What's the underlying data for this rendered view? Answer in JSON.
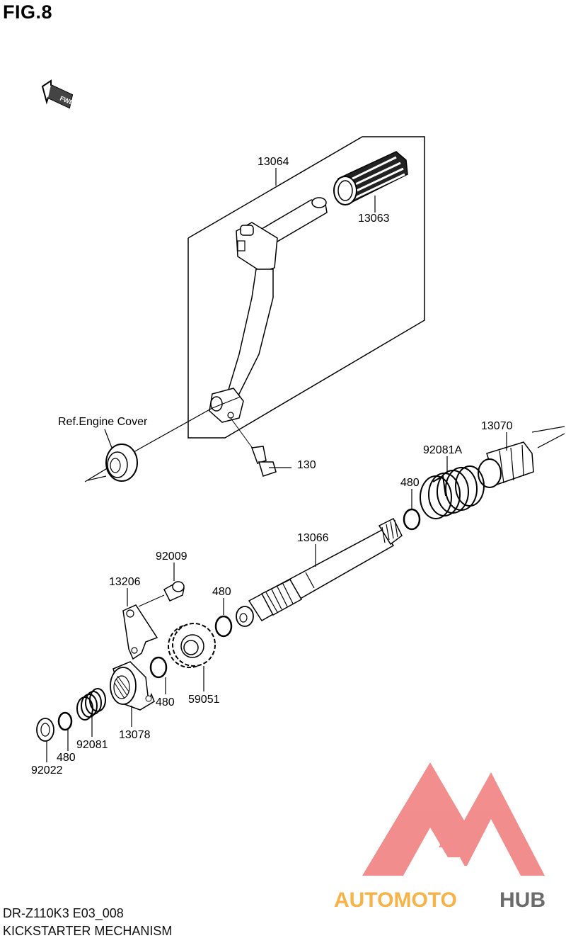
{
  "figure": {
    "title": "FIG.8"
  },
  "diagram": {
    "fwd_label": "FWD",
    "ref_label": "Ref.Engine Cover",
    "parts": [
      {
        "id": "13064"
      },
      {
        "id": "13063"
      },
      {
        "id": "130"
      },
      {
        "id": "13070"
      },
      {
        "id": "92081A"
      },
      {
        "id": "480"
      },
      {
        "id": "13066"
      },
      {
        "id": "92009"
      },
      {
        "id": "13206"
      },
      {
        "id": "480"
      },
      {
        "id": "59051"
      },
      {
        "id": "480"
      },
      {
        "id": "13078"
      },
      {
        "id": "92081"
      },
      {
        "id": "480"
      },
      {
        "id": "92022"
      }
    ]
  },
  "watermark": {
    "part1": "AUTOMOTO",
    "part2": "HUB",
    "color_red": "#f07a7a",
    "color_orange": "#f7b347",
    "color_gray": "#6b6b6b"
  },
  "footer": {
    "code": "DR-Z110K3 E03_008",
    "name": "KICKSTARTER MECHANISM"
  }
}
